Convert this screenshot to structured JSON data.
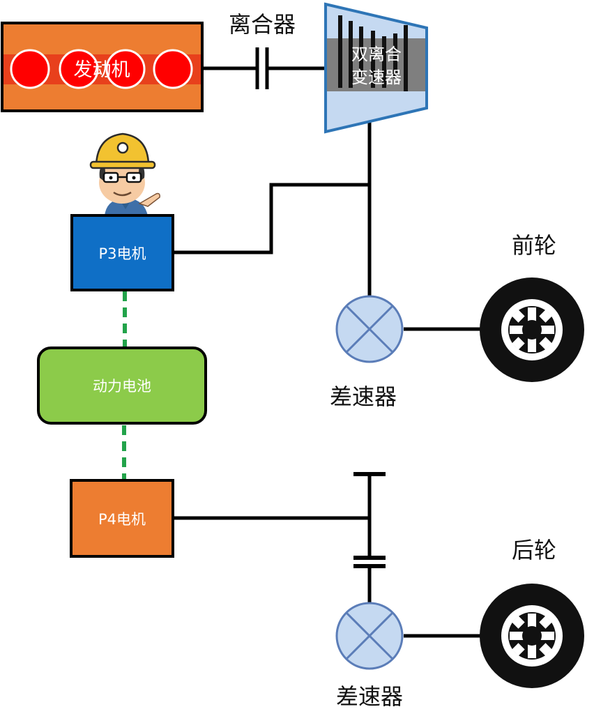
{
  "labels": {
    "clutch": "离合器",
    "engine": "发动机",
    "dct_line1": "双离合",
    "dct_line2": "变速器",
    "p3_motor": "P3电机",
    "battery": "动力电池",
    "p4_motor": "P4电机",
    "front_wheel": "前轮",
    "rear_wheel": "后轮",
    "diff_front": "差速器",
    "diff_rear": "差速器"
  },
  "colors": {
    "engine_fill": "#ED7D31",
    "cylinder_band": "#E8401C",
    "cylinder": "#FF0000",
    "dct_fill": "#C5D9F1",
    "dct_band": "#7F7F7F",
    "dct_outline": "#2E75B6",
    "p3_fill": "#0F6FC6",
    "battery_fill": "#8CCB4A",
    "p4_fill": "#ED7D31",
    "diff_fill": "#C5D9F1",
    "diff_outline": "#5B7DB8",
    "dashed_link": "#22A34A",
    "line": "#000000"
  },
  "icons": {
    "mascot": "worker-with-hardhat-icon",
    "wheel": "wheel-icon",
    "differential": "differential-icon",
    "clutch": "clutch-icon",
    "gearbox": "dual-clutch-gearbox-icon"
  }
}
